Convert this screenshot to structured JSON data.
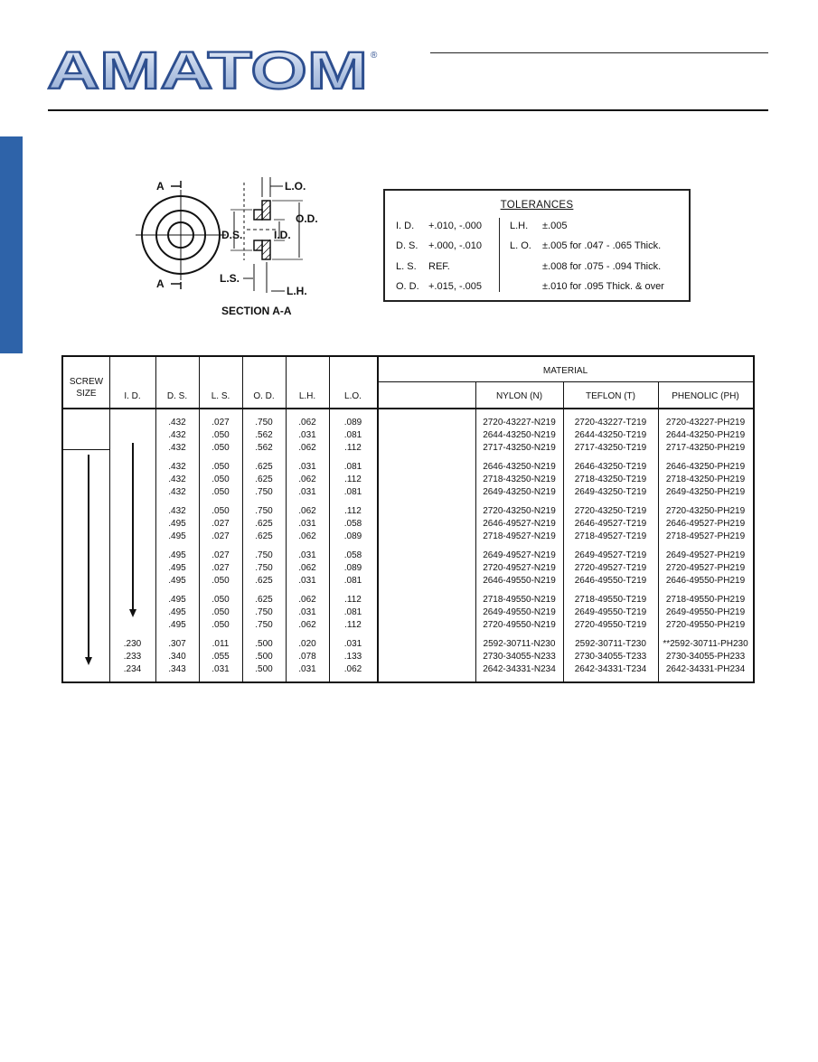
{
  "header": {
    "brand": "AMATOM",
    "registered": "®"
  },
  "diagram": {
    "labels": {
      "a_top": "A",
      "a_bottom": "A",
      "lo": "L.O.",
      "od": "O.D.",
      "ds": "D.S.",
      "id": "I.D.",
      "ls": "L.S.",
      "lh": "L.H.",
      "section": "SECTION A-A"
    }
  },
  "tolerances": {
    "title": "TOLERANCES",
    "left": [
      {
        "label": "I. D.",
        "value": "+.010, -.000"
      },
      {
        "label": "D. S.",
        "value": "+.000, -.010"
      },
      {
        "label": "L. S.",
        "value": "REF."
      },
      {
        "label": "O. D.",
        "value": "+.015, -.005"
      }
    ],
    "right": [
      {
        "label": "L.H.",
        "value": "±.005"
      },
      {
        "label": "L. O.",
        "value": "±.005 for .047 - .065 Thick."
      },
      {
        "label": "",
        "value": "±.008 for .075 - .094 Thick."
      },
      {
        "label": "",
        "value": "±.010 for .095 Thick. & over"
      }
    ]
  },
  "table": {
    "headers": {
      "screw": "SCREW",
      "size": "SIZE",
      "id": "I. D.",
      "ds": "D. S.",
      "ls": "L. S.",
      "od": "O. D.",
      "lh": "L.H.",
      "lo": "L.O.",
      "material": "MATERIAL",
      "nylon": "NYLON (N)",
      "teflon": "TEFLON (T)",
      "phenolic": "PHENOLIC (PH)"
    },
    "groups": [
      [
        {
          "id": "",
          "ds": ".432",
          "ls": ".027",
          "od": ".750",
          "lh": ".062",
          "lo": ".089",
          "n": "2720-43227-N219",
          "t": "2720-43227-T219",
          "ph": "2720-43227-PH219"
        },
        {
          "id": "",
          "ds": ".432",
          "ls": ".050",
          "od": ".562",
          "lh": ".031",
          "lo": ".081",
          "n": "2644-43250-N219",
          "t": "2644-43250-T219",
          "ph": "2644-43250-PH219"
        },
        {
          "id": "",
          "ds": ".432",
          "ls": ".050",
          "od": ".562",
          "lh": ".062",
          "lo": ".112",
          "n": "2717-43250-N219",
          "t": "2717-43250-T219",
          "ph": "2717-43250-PH219"
        }
      ],
      [
        {
          "id": "",
          "ds": ".432",
          "ls": ".050",
          "od": ".625",
          "lh": ".031",
          "lo": ".081",
          "n": "2646-43250-N219",
          "t": "2646-43250-T219",
          "ph": "2646-43250-PH219"
        },
        {
          "id": "",
          "ds": ".432",
          "ls": ".050",
          "od": ".625",
          "lh": ".062",
          "lo": ".112",
          "n": "2718-43250-N219",
          "t": "2718-43250-T219",
          "ph": "2718-43250-PH219"
        },
        {
          "id": "",
          "ds": ".432",
          "ls": ".050",
          "od": ".750",
          "lh": ".031",
          "lo": ".081",
          "n": "2649-43250-N219",
          "t": "2649-43250-T219",
          "ph": "2649-43250-PH219"
        }
      ],
      [
        {
          "id": "",
          "ds": ".432",
          "ls": ".050",
          "od": ".750",
          "lh": ".062",
          "lo": ".112",
          "n": "2720-43250-N219",
          "t": "2720-43250-T219",
          "ph": "2720-43250-PH219"
        },
        {
          "id": "",
          "ds": ".495",
          "ls": ".027",
          "od": ".625",
          "lh": ".031",
          "lo": ".058",
          "n": "2646-49527-N219",
          "t": "2646-49527-T219",
          "ph": "2646-49527-PH219"
        },
        {
          "id": "",
          "ds": ".495",
          "ls": ".027",
          "od": ".625",
          "lh": ".062",
          "lo": ".089",
          "n": "2718-49527-N219",
          "t": "2718-49527-T219",
          "ph": "2718-49527-PH219"
        }
      ],
      [
        {
          "id": "",
          "ds": ".495",
          "ls": ".027",
          "od": ".750",
          "lh": ".031",
          "lo": ".058",
          "n": "2649-49527-N219",
          "t": "2649-49527-T219",
          "ph": "2649-49527-PH219"
        },
        {
          "id": "",
          "ds": ".495",
          "ls": ".027",
          "od": ".750",
          "lh": ".062",
          "lo": ".089",
          "n": "2720-49527-N219",
          "t": "2720-49527-T219",
          "ph": "2720-49527-PH219"
        },
        {
          "id": "",
          "ds": ".495",
          "ls": ".050",
          "od": ".625",
          "lh": ".031",
          "lo": ".081",
          "n": "2646-49550-N219",
          "t": "2646-49550-T219",
          "ph": "2646-49550-PH219"
        }
      ],
      [
        {
          "id": "",
          "ds": ".495",
          "ls": ".050",
          "od": ".625",
          "lh": ".062",
          "lo": ".112",
          "n": "2718-49550-N219",
          "t": "2718-49550-T219",
          "ph": "2718-49550-PH219"
        },
        {
          "id": "",
          "ds": ".495",
          "ls": ".050",
          "od": ".750",
          "lh": ".031",
          "lo": ".081",
          "n": "2649-49550-N219",
          "t": "2649-49550-T219",
          "ph": "2649-49550-PH219"
        },
        {
          "id": "",
          "ds": ".495",
          "ls": ".050",
          "od": ".750",
          "lh": ".062",
          "lo": ".112",
          "n": "2720-49550-N219",
          "t": "2720-49550-T219",
          "ph": "2720-49550-PH219"
        }
      ],
      [
        {
          "id": ".230",
          "ds": ".307",
          "ls": ".011",
          "od": ".500",
          "lh": ".020",
          "lo": ".031",
          "n": "2592-30711-N230",
          "t": "2592-30711-T230",
          "ph": "**2592-30711-PH230"
        },
        {
          "id": ".233",
          "ds": ".340",
          "ls": ".055",
          "od": ".500",
          "lh": ".078",
          "lo": ".133",
          "n": "2730-34055-N233",
          "t": "2730-34055-T233",
          "ph": "2730-34055-PH233"
        },
        {
          "id": ".234",
          "ds": ".343",
          "ls": ".031",
          "od": ".500",
          "lh": ".031",
          "lo": ".062",
          "n": "2642-34331-N234",
          "t": "2642-34331-T234",
          "ph": "2642-34331-PH234"
        }
      ]
    ]
  },
  "colors": {
    "brand_blue": "#2e63a9",
    "logo_fill": "#c9d6ea"
  }
}
